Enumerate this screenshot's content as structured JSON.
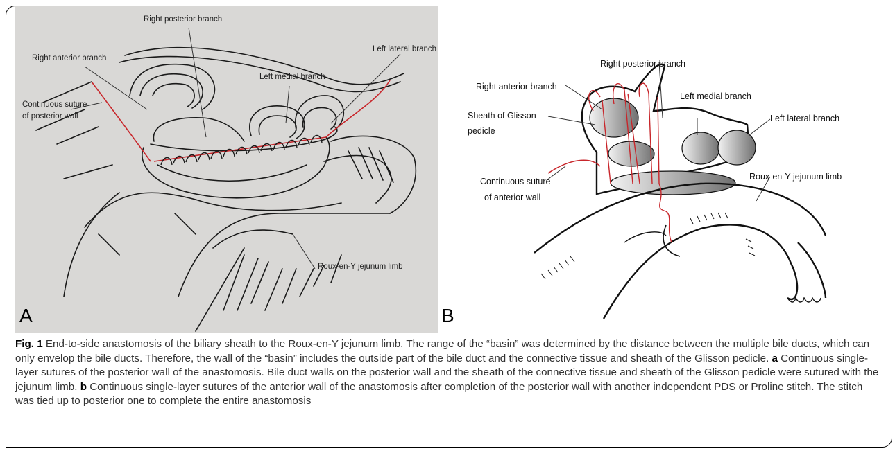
{
  "panel_a": {
    "letter": "A",
    "labels": {
      "right_posterior": "Right posterior branch",
      "right_anterior": "Right anterior branch",
      "left_lateral": "Left lateral branch",
      "left_medial": "Left medial branch",
      "continuous_suture_1": "Continuous suture",
      "continuous_suture_2": "of posterior wall",
      "roux": "Roux-en-Y jejunum limb"
    }
  },
  "panel_b": {
    "letter": "B",
    "labels": {
      "right_posterior": "Right posterior branch",
      "right_anterior": "Right anterior branch",
      "left_medial": "Left medial branch",
      "left_lateral": "Left lateral branch",
      "sheath_1": "Sheath of Glisson",
      "sheath_2": "pedicle",
      "continuous_suture_1": "Continuous suture",
      "continuous_suture_2": "of anterior wall",
      "roux": "Roux-en-Y jejunum limb"
    }
  },
  "caption": {
    "fig_label": "Fig. 1",
    "intro": " End-to-side anastomosis of the biliary sheath to the Roux-en-Y jejunum limb. The range of the “basin” was determined by the distance between the multiple bile ducts, which can only envelop the bile ducts. Therefore, the wall of the “basin” includes the outside part of the bile duct and the connective tissue and sheath of the Glisson pedicle. ",
    "a_label": "a",
    "a_text": " Continuous single-layer sutures of the posterior wall of the anastomosis. Bile duct walls on the posterior wall and the sheath of the connective tissue and sheath of the Glisson pedicle were sutured with the jejunum limb. ",
    "b_label": "b",
    "b_text": " Continuous single-layer sutures of the anterior wall of the anastomosis after completion of the posterior wall with another independent PDS or Proline stitch. The stitch was tied up to posterior one to complete the entire anastomosis"
  },
  "colors": {
    "suture": "#c8262b",
    "panel_a_bg": "#d9d8d6",
    "ink": "#111111"
  }
}
